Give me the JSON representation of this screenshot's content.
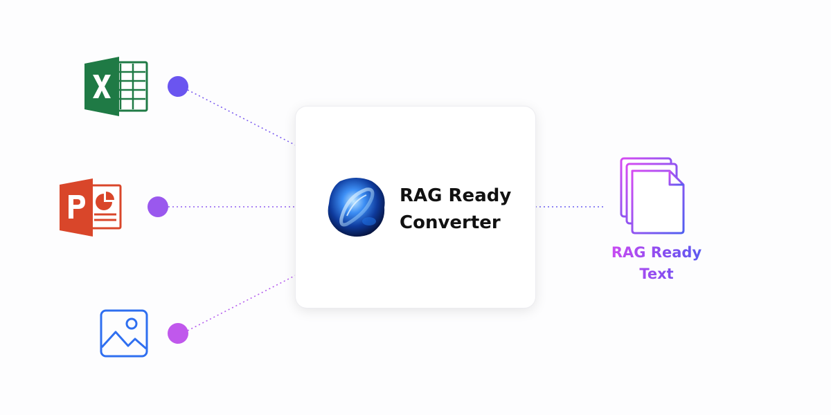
{
  "diagram": {
    "converter_title": "RAG Ready\nConverter",
    "output_label": "RAG Ready\nText"
  },
  "inputs": [
    {
      "name": "excel",
      "icon": "excel-icon",
      "dot_color": "#6a55f0"
    },
    {
      "name": "powerpoint",
      "icon": "powerpoint-icon",
      "dot_color": "#9a58ee"
    },
    {
      "name": "image",
      "icon": "image-icon",
      "dot_color": "#c058ec"
    }
  ],
  "colors": {
    "connector": "#7c5cf0",
    "excel_green": "#1f7a45",
    "ppt_orange": "#d9462a",
    "image_blue": "#2f6ff0",
    "output_gradient": [
      "#d64bf2",
      "#4f5ef0"
    ]
  }
}
